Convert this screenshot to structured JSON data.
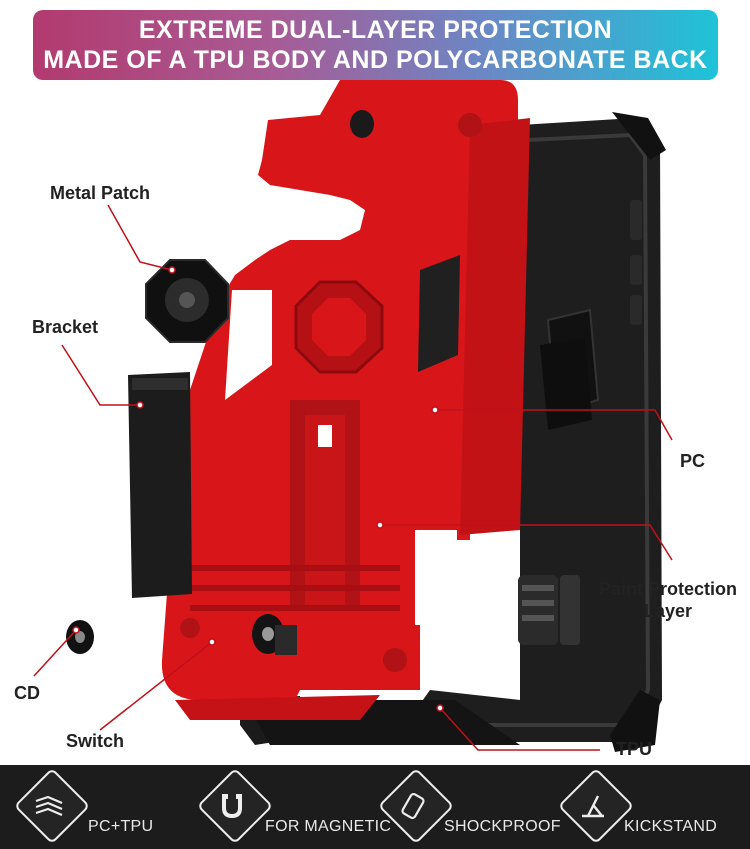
{
  "banner": {
    "line1": "EXTREME DUAL-LAYER PROTECTION",
    "line2": "MADE OF A TPU BODY AND POLYCARBONATE BACK"
  },
  "callouts": {
    "metal_patch": "Metal Patch",
    "bracket": "Bracket",
    "cd": "CD",
    "switch": "Switch",
    "pc": "PC",
    "paint_protection_1": "Paint Protection",
    "paint_protection_2": "Layer",
    "tpu": "TPU"
  },
  "features": [
    {
      "label": "PC+TPU",
      "icon": "layers-icon"
    },
    {
      "label": "FOR MAGNETIC",
      "icon": "magnet-icon"
    },
    {
      "label": "SHOCKPROOF",
      "icon": "shockproof-icon"
    },
    {
      "label": "KICKSTAND",
      "icon": "kickstand-icon"
    }
  ],
  "colors": {
    "case_red": "#d8161a",
    "tpu_black": "#1a1a1a",
    "callout_line": "#c0101a"
  }
}
